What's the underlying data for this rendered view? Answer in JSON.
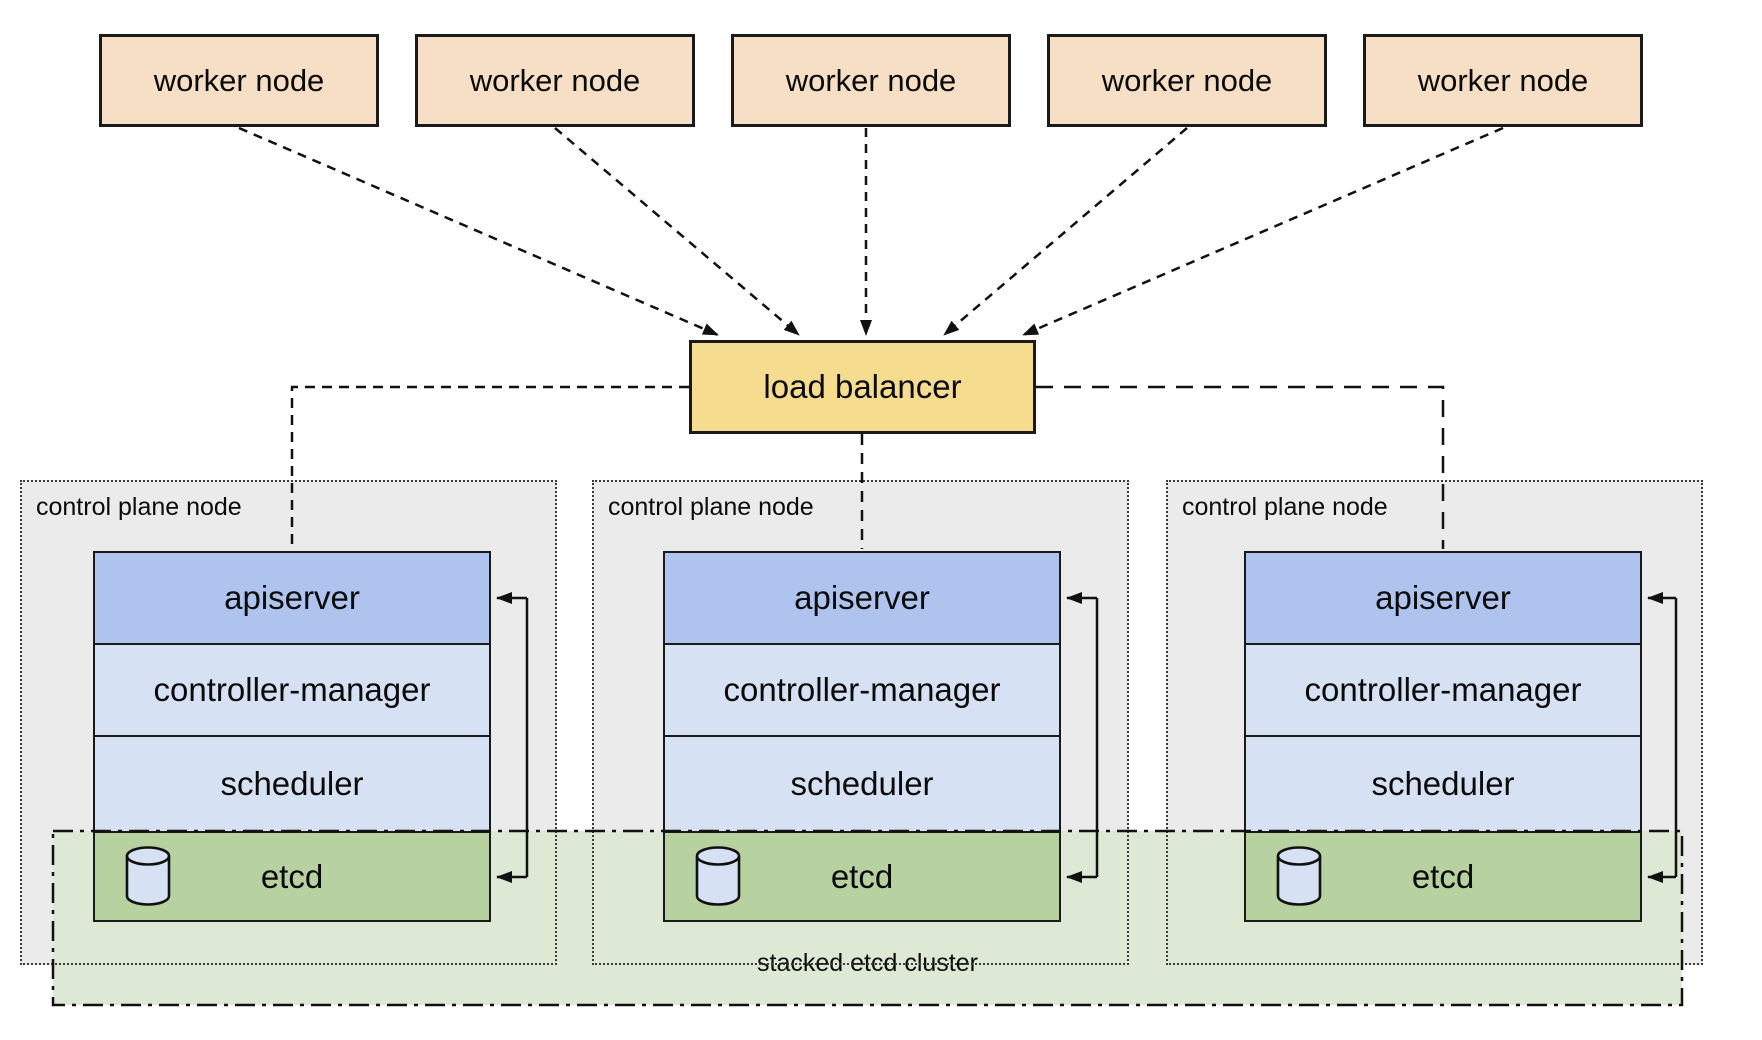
{
  "diagram": {
    "title_hint": "kubeadm HA topology - stacked etcd",
    "worker_nodes": [
      {
        "label": "worker node"
      },
      {
        "label": "worker node"
      },
      {
        "label": "worker node"
      },
      {
        "label": "worker node"
      },
      {
        "label": "worker node"
      }
    ],
    "load_balancer": {
      "label": "load balancer"
    },
    "control_plane_nodes": [
      {
        "label": "control plane node",
        "components": [
          "apiserver",
          "controller-manager",
          "scheduler",
          "etcd"
        ]
      },
      {
        "label": "control plane node",
        "components": [
          "apiserver",
          "controller-manager",
          "scheduler",
          "etcd"
        ]
      },
      {
        "label": "control plane node",
        "components": [
          "apiserver",
          "controller-manager",
          "scheduler",
          "etcd"
        ]
      }
    ],
    "etcd_cluster": {
      "label": "stacked etcd cluster"
    }
  },
  "colors": {
    "worker_fill": "#f6dfc4",
    "load_balancer_fill": "#f6dc8e",
    "control_plane_fill": "#ebebeb",
    "apiserver_fill": "#aec3ee",
    "component_fill": "#d6e1f3",
    "etcd_fill": "#b7d1a0",
    "etcd_cluster_fill": "#dde8d5",
    "line_color": "#111111"
  }
}
